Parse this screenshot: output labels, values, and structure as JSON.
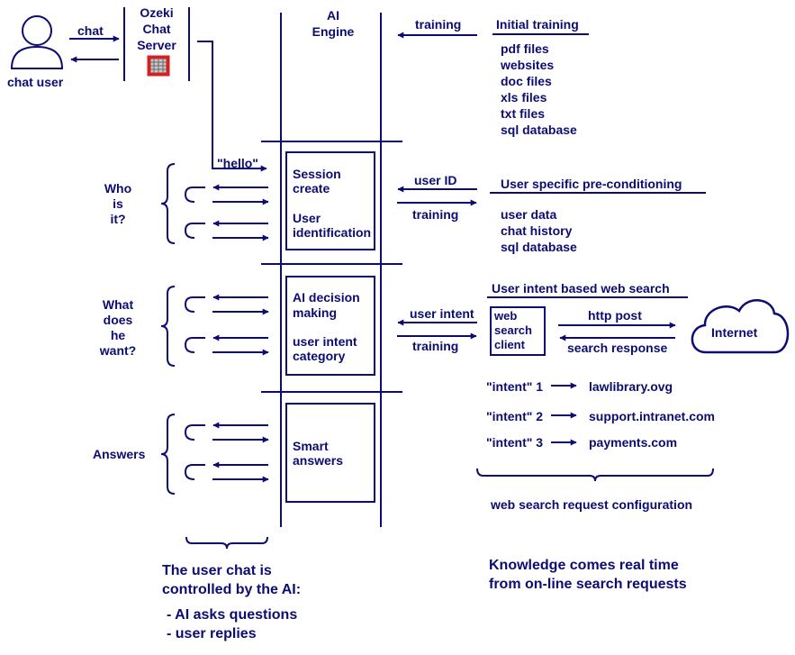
{
  "colors": {
    "primary": "#0c0c72",
    "server_icon_red": "#d42020",
    "background": "#ffffff"
  },
  "user": {
    "label": "chat user",
    "icon": "person-icon"
  },
  "chat_arrow_label": "chat",
  "server": {
    "title_lines": [
      "Ozeki",
      "Chat",
      "Server"
    ],
    "icon": "server-icon"
  },
  "engine": {
    "title_lines": [
      "AI",
      "Engine"
    ]
  },
  "initial_training": {
    "arrow_label": "training",
    "heading": "Initial training",
    "items": [
      "pdf files",
      "websites",
      "doc files",
      "xls files",
      "txt files",
      "sql database"
    ]
  },
  "hello_label": "\"hello\"",
  "phase1": {
    "question_lines": [
      "Who",
      "is",
      "it?"
    ],
    "box_lines_a": [
      "Session",
      "create"
    ],
    "box_lines_b": [
      "User",
      "identification"
    ],
    "arrow_in_label": "user ID",
    "arrow_out_label": "training",
    "heading": "User specific pre-conditioning",
    "items": [
      "user data",
      "chat history",
      "sql database"
    ]
  },
  "phase2": {
    "question_lines": [
      "What",
      "does",
      "he",
      "want?"
    ],
    "box_lines_a": [
      "AI decision",
      "making"
    ],
    "box_lines_b": [
      "user intent",
      "category"
    ],
    "arrow_in_label": "user intent",
    "arrow_out_label": "training",
    "heading": "User intent based web search",
    "client_lines": [
      "web",
      "search",
      "client"
    ],
    "http_post_label": "http post",
    "search_response_label": "search response",
    "internet_label": "Internet",
    "intents": [
      {
        "label": "\"intent\" 1",
        "target": "lawlibrary.ovg"
      },
      {
        "label": "\"intent\" 2",
        "target": "support.intranet.com"
      },
      {
        "label": "\"intent\" 3",
        "target": "payments.com"
      }
    ],
    "config_caption": "web search request configuration"
  },
  "phase3": {
    "question": "Answers",
    "box_lines": [
      "Smart",
      "answers"
    ]
  },
  "footer_left": {
    "lines": [
      "The user chat is",
      "controlled by the AI:"
    ],
    "bullets": [
      "- AI asks questions",
      "- user replies"
    ]
  },
  "footer_right": {
    "lines": [
      "Knowledge comes real time",
      "from on-line search requests"
    ]
  }
}
